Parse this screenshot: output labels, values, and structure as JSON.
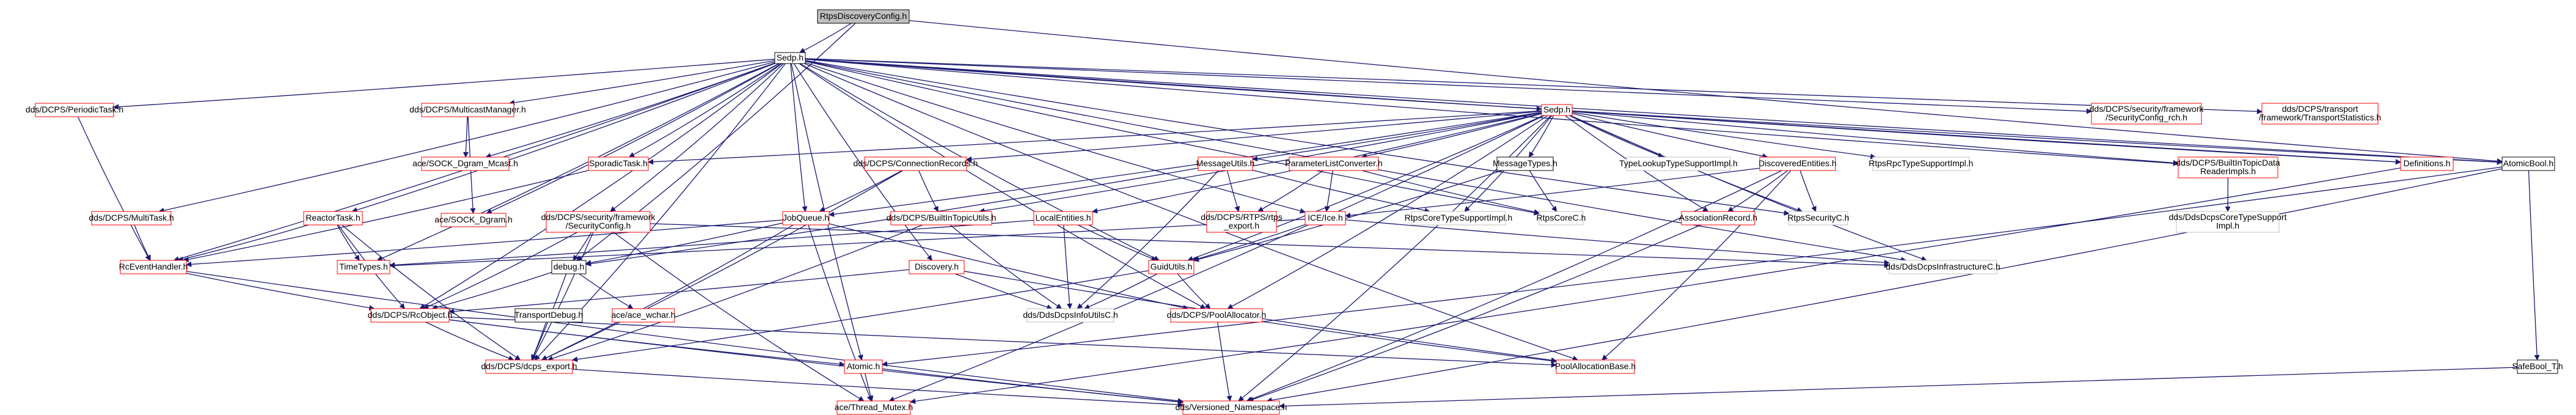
{
  "graph": {
    "nodes": [
      {
        "id": "root",
        "lines": [
          "RtpsDiscoveryConfig.h"
        ],
        "style": "root"
      },
      {
        "id": "sedp",
        "lines": [
          "Sedp.h"
        ],
        "style": "plain"
      },
      {
        "id": "periodic",
        "lines": [
          "dds/DCPS/PeriodicTask.h"
        ],
        "style": "red"
      },
      {
        "id": "mcastmgr",
        "lines": [
          "dds/DCPS/MulticastManager.h"
        ],
        "style": "red"
      },
      {
        "id": "sockmcast",
        "lines": [
          "ace/SOCK_Dgram_Mcast.h"
        ],
        "style": "red"
      },
      {
        "id": "sporadic",
        "lines": [
          "SporadicTask.h"
        ],
        "style": "red"
      },
      {
        "id": "sockdgram",
        "lines": [
          "ace/SOCK_Dgram.h"
        ],
        "style": "red"
      },
      {
        "id": "multitask",
        "lines": [
          "dds/DCPS/MultiTask.h"
        ],
        "style": "red"
      },
      {
        "id": "reactortask",
        "lines": [
          "ReactorTask.h"
        ],
        "style": "red"
      },
      {
        "id": "rceventhandler",
        "lines": [
          "RcEventHandler.h"
        ],
        "style": "red"
      },
      {
        "id": "timetypes",
        "lines": [
          "TimeTypes.h"
        ],
        "style": "red"
      },
      {
        "id": "rcobject",
        "lines": [
          "dds/DCPS/RcObject.h"
        ],
        "style": "red"
      },
      {
        "id": "secconfig",
        "lines": [
          "dds/DCPS/security/framework",
          "/SecurityConfig.h"
        ],
        "style": "red"
      },
      {
        "id": "debug",
        "lines": [
          "debug.h"
        ],
        "style": "plain"
      },
      {
        "id": "acewchar",
        "lines": [
          "ace/ace_wchar.h"
        ],
        "style": "red"
      },
      {
        "id": "transportdebug",
        "lines": [
          "TransportDebug.h"
        ],
        "style": "plain"
      },
      {
        "id": "dcpsexport",
        "lines": [
          "dds/DCPS/dcps_export.h"
        ],
        "style": "red"
      },
      {
        "id": "atomic",
        "lines": [
          "Atomic.h"
        ],
        "style": "red"
      },
      {
        "id": "threadmutex",
        "lines": [
          "ace/Thread_Mutex.h"
        ],
        "style": "red"
      },
      {
        "id": "versioned",
        "lines": [
          "dds/Versioned_Namespace.h"
        ],
        "style": "red"
      },
      {
        "id": "connrecords",
        "lines": [
          "dds/DCPS/ConnectionRecords.h"
        ],
        "style": "red"
      },
      {
        "id": "jobqueue",
        "lines": [
          "JobQueue.h"
        ],
        "style": "red"
      },
      {
        "id": "discovery",
        "lines": [
          "Discovery.h"
        ],
        "style": "red"
      },
      {
        "id": "messageutils",
        "lines": [
          "MessageUtils.h"
        ],
        "style": "red"
      },
      {
        "id": "paramlist",
        "lines": [
          "ParameterListConverter.h"
        ],
        "style": "red"
      },
      {
        "id": "builtintopicutils",
        "lines": [
          "dds/DCPS/BuiltInTopicUtils.h"
        ],
        "style": "red"
      },
      {
        "id": "rtpsexport",
        "lines": [
          "dds/DCPS/RTPS/rtps",
          "_export.h"
        ],
        "style": "red"
      },
      {
        "id": "ice",
        "lines": [
          "ICE/Ice.h"
        ],
        "style": "red"
      },
      {
        "id": "localentities",
        "lines": [
          "LocalEntities.h"
        ],
        "style": "red"
      },
      {
        "id": "guidutils",
        "lines": [
          "GuidUtils.h"
        ],
        "style": "red"
      },
      {
        "id": "ddsdcpsinfoutilsc",
        "lines": [
          "dds/DdsDcpsInfoUtilsC.h"
        ],
        "style": "gray"
      },
      {
        "id": "poolallocator",
        "lines": [
          "dds/DCPS/PoolAllocator.h"
        ],
        "style": "red"
      },
      {
        "id": "poolallocationbase",
        "lines": [
          "PoolAllocationBase.h"
        ],
        "style": "red"
      },
      {
        "id": "rtpscoretypesupportimpl",
        "lines": [
          "RtpsCoreTypeSupportImpl.h"
        ],
        "style": "gray"
      },
      {
        "id": "messagetypes",
        "lines": [
          "MessageTypes.h"
        ],
        "style": "plain"
      },
      {
        "id": "rtpscorec",
        "lines": [
          "RtpsCoreC.h"
        ],
        "style": "gray"
      },
      {
        "id": "typelookup",
        "lines": [
          "TypeLookupTypeSupportImpl.h"
        ],
        "style": "gray"
      },
      {
        "id": "discoveredentities",
        "lines": [
          "DiscoveredEntities.h"
        ],
        "style": "red"
      },
      {
        "id": "associationrecord",
        "lines": [
          "AssociationRecord.h"
        ],
        "style": "red"
      },
      {
        "id": "rtpssecurityc",
        "lines": [
          "RtpsSecurityC.h"
        ],
        "style": "gray"
      },
      {
        "id": "ddsdcpsinfrastructurec",
        "lines": [
          "dds/DdsDcpsInfrastructureC.h"
        ],
        "style": "gray"
      },
      {
        "id": "rtpsrpc",
        "lines": [
          "RtpsRpcTypeSupportImpl.h"
        ],
        "style": "gray"
      },
      {
        "id": "builtintopicdatareaderimpls",
        "lines": [
          "dds/DCPS/BuiltInTopicData",
          "ReaderImpls.h"
        ],
        "style": "red"
      },
      {
        "id": "ddsdcpscoretypesupportimpl",
        "lines": [
          "dds/DdsDcpsCoreTypeSupport",
          "Impl.h"
        ],
        "style": "gray"
      },
      {
        "id": "definitions",
        "lines": [
          "Definitions.h"
        ],
        "style": "red"
      },
      {
        "id": "atomicbool",
        "lines": [
          "AtomicBool.h"
        ],
        "style": "plain"
      },
      {
        "id": "secconfigrch",
        "lines": [
          "dds/DCPS/security/framework",
          "/SecurityConfig_rch.h"
        ],
        "style": "red"
      },
      {
        "id": "transportstats",
        "lines": [
          "dds/DCPS/transport",
          "/framework/TransportStatistics.h"
        ],
        "style": "red"
      },
      {
        "id": "safebool",
        "lines": [
          "SafeBool_T.h"
        ],
        "style": "plain"
      }
    ],
    "edges": [
      [
        "root",
        "sedp"
      ],
      [
        "root",
        "debug"
      ],
      [
        "root",
        "atomicbool"
      ],
      [
        "sedp",
        "periodic"
      ],
      [
        "sedp",
        "mcastmgr"
      ],
      [
        "sedp",
        "sockmcast"
      ],
      [
        "sedp",
        "sporadic"
      ],
      [
        "sedp",
        "sockdgram"
      ],
      [
        "sedp",
        "multitask"
      ],
      [
        "sedp",
        "reactortask"
      ],
      [
        "sedp",
        "rceventhandler"
      ],
      [
        "sedp",
        "timetypes"
      ],
      [
        "sedp",
        "rcobject"
      ],
      [
        "sedp",
        "secconfig"
      ],
      [
        "sedp",
        "jobqueue"
      ],
      [
        "sedp",
        "discovery"
      ],
      [
        "sedp",
        "guidutils"
      ],
      [
        "sedp",
        "ice"
      ],
      [
        "sedp",
        "rtpscorec"
      ],
      [
        "sedp",
        "sedp2"
      ],
      [
        "sedp",
        "secconfigrch"
      ],
      [
        "sedp",
        "transportstats"
      ],
      [
        "sedp",
        "atomicbool"
      ],
      [
        "sedp",
        "builtintopicdatareaderimpls"
      ],
      [
        "sedp",
        "definitions"
      ],
      [
        "sedp",
        "poolallocator"
      ],
      [
        "sedp",
        "poolallocationbase"
      ],
      [
        "sedp",
        "dcpsexport"
      ],
      [
        "sedp",
        "atomic"
      ],
      [
        "sedp",
        "ddsdcpsinfrastructurec"
      ],
      [
        "sedp",
        "rtpssecurityc"
      ],
      [
        "sedp2",
        "connrecords"
      ],
      [
        "sedp2",
        "messageutils"
      ],
      [
        "sedp2",
        "paramlist"
      ],
      [
        "sedp2",
        "messagetypes"
      ],
      [
        "sedp2",
        "typelookup"
      ],
      [
        "sedp2",
        "discoveredentities"
      ],
      [
        "sedp2",
        "rtpsrpc"
      ],
      [
        "sedp2",
        "builtintopicdatareaderimpls"
      ],
      [
        "sedp2",
        "definitions"
      ],
      [
        "sedp2",
        "atomicbool"
      ],
      [
        "sedp2",
        "localentities"
      ],
      [
        "sedp2",
        "jobqueue"
      ],
      [
        "sedp2",
        "guidutils"
      ],
      [
        "sedp2",
        "rtpscoretypesupportimpl"
      ],
      [
        "sedp2",
        "associationrecord"
      ],
      [
        "sedp2",
        "rtpssecurityc"
      ],
      [
        "sedp2",
        "ddsdcpsinfrastructurec"
      ],
      [
        "sedp2",
        "poolallocator"
      ],
      [
        "sedp2",
        "builtintopicutils"
      ],
      [
        "sedp2",
        "versioned"
      ],
      [
        "sedp2",
        "threadmutex"
      ],
      [
        "sedp2",
        "sporadic"
      ],
      [
        "periodic",
        "rceventhandler"
      ],
      [
        "mcastmgr",
        "sockmcast"
      ],
      [
        "mcastmgr",
        "sockdgram"
      ],
      [
        "sporadic",
        "rceventhandler"
      ],
      [
        "multitask",
        "rceventhandler"
      ],
      [
        "reactortask",
        "rceventhandler"
      ],
      [
        "reactortask",
        "timetypes"
      ],
      [
        "reactortask",
        "rcobject"
      ],
      [
        "reactortask",
        "dcpsexport"
      ],
      [
        "rceventhandler",
        "rcobject"
      ],
      [
        "rceventhandler",
        "versioned"
      ],
      [
        "secconfig",
        "rcobject"
      ],
      [
        "secconfig",
        "debug"
      ],
      [
        "secconfig",
        "dcpsexport"
      ],
      [
        "secconfig",
        "threadmutex"
      ],
      [
        "secconfig",
        "ddsdcpsinfrastructurec"
      ],
      [
        "rcobject",
        "dcpsexport"
      ],
      [
        "rcobject",
        "atomic"
      ],
      [
        "rcobject",
        "poolallocationbase"
      ],
      [
        "rcobject",
        "versioned"
      ],
      [
        "debug",
        "rcobject"
      ],
      [
        "debug",
        "acewchar"
      ],
      [
        "debug",
        "dcpsexport"
      ],
      [
        "transportdebug",
        "dcpsexport"
      ],
      [
        "dcpsexport",
        "versioned"
      ],
      [
        "atomic",
        "versioned"
      ],
      [
        "atomic",
        "threadmutex"
      ],
      [
        "connrecords",
        "jobqueue"
      ],
      [
        "connrecords",
        "dcpsexport"
      ],
      [
        "connrecords",
        "builtintopicutils"
      ],
      [
        "jobqueue",
        "rceventhandler"
      ],
      [
        "jobqueue",
        "debug"
      ],
      [
        "jobqueue",
        "dcpsexport"
      ],
      [
        "jobqueue",
        "poolallocator"
      ],
      [
        "jobqueue",
        "threadmutex"
      ],
      [
        "discovery",
        "rcobject"
      ],
      [
        "discovery",
        "ddsdcpsinfoutilsc"
      ],
      [
        "discovery",
        "poolallocationbase"
      ],
      [
        "messageutils",
        "rtpsexport"
      ],
      [
        "messageutils",
        "debug"
      ],
      [
        "messageutils",
        "ddsdcpsinfoutilsc"
      ],
      [
        "messageutils",
        "rtpscoretypesupportimpl"
      ],
      [
        "paramlist",
        "rtpsexport"
      ],
      [
        "paramlist",
        "ice"
      ],
      [
        "paramlist",
        "rtpscorec"
      ],
      [
        "builtintopicutils",
        "dcpsexport"
      ],
      [
        "builtintopicutils",
        "ddsdcpsinfoutilsc"
      ],
      [
        "ice",
        "timetypes"
      ],
      [
        "ice",
        "guidutils"
      ],
      [
        "ice",
        "ddsdcpsinfrastructurec"
      ],
      [
        "localentities",
        "guidutils"
      ],
      [
        "localentities",
        "ddsdcpsinfoutilsc"
      ],
      [
        "localentities",
        "timetypes"
      ],
      [
        "guidutils",
        "ddsdcpsinfoutilsc"
      ],
      [
        "guidutils",
        "poolallocator"
      ],
      [
        "guidutils",
        "dcpsexport"
      ],
      [
        "poolallocator",
        "versioned"
      ],
      [
        "poolallocator",
        "poolallocationbase"
      ],
      [
        "messagetypes",
        "rtpscorec"
      ],
      [
        "messagetypes",
        "guidutils"
      ],
      [
        "discoveredentities",
        "associationrecord"
      ],
      [
        "discoveredentities",
        "rtpssecurityc"
      ],
      [
        "discoveredentities",
        "ice"
      ],
      [
        "discoveredentities",
        "poolallocationbase"
      ],
      [
        "discoveredentities",
        "versioned"
      ],
      [
        "associationrecord",
        "versioned"
      ],
      [
        "builtintopicdatareaderimpls",
        "ddsdcpscoretypesupportimpl"
      ],
      [
        "definitions",
        "threadmutex"
      ],
      [
        "atomicbool",
        "safebool"
      ],
      [
        "atomicbool",
        "atomic"
      ],
      [
        "atomicbool",
        "versioned"
      ],
      [
        "safebool",
        "versioned"
      ]
    ]
  }
}
